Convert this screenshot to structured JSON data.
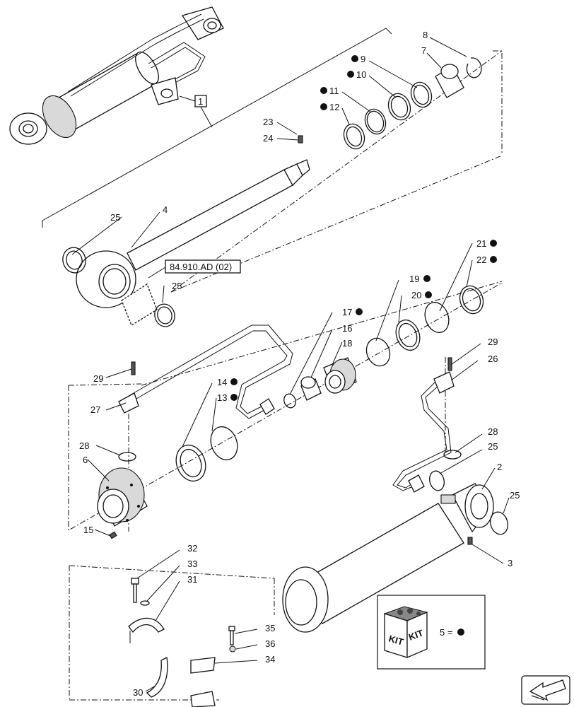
{
  "callouts": {
    "p1": "1",
    "p2": "2",
    "p3": "3",
    "p4": "4",
    "p6": "6",
    "p7": "7",
    "p8": "8",
    "p9": "9",
    "p10": "10",
    "p11": "11",
    "p12": "12",
    "p13": "13",
    "p14": "14",
    "p15": "15",
    "p16": "16",
    "p17": "17",
    "p18": "18",
    "p19": "19",
    "p20": "20",
    "p21": "21",
    "p22": "22",
    "p23": "23",
    "p24": "24",
    "p25a": "25",
    "p25b": "25",
    "p25c": "25",
    "p25d": "25",
    "p26": "26",
    "p27": "27",
    "p28a": "28",
    "p28b": "28",
    "p29a": "29",
    "p29b": "29",
    "p30": "30",
    "p31": "31",
    "p32": "32",
    "p33": "33",
    "p34": "34",
    "p35": "35",
    "p36": "36"
  },
  "reference": "84.910.AD (02)",
  "kit_legend": {
    "box_text_left": "KIT",
    "box_text_right": "KIT",
    "equation": "5 ="
  },
  "icons": {
    "kit-marker": "black-dot",
    "navigation": "arrow-icon"
  }
}
